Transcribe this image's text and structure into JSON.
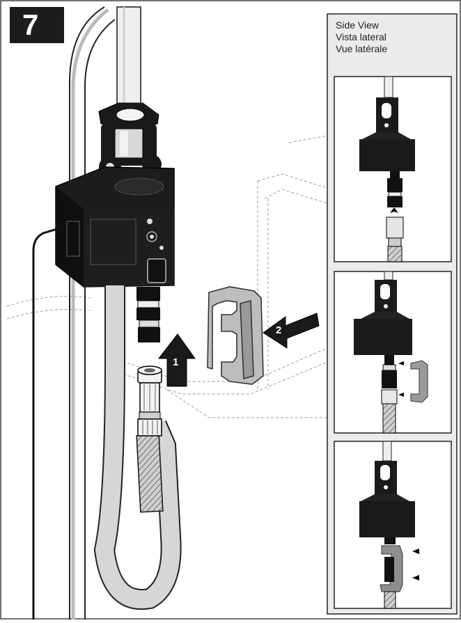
{
  "step": {
    "number": "7"
  },
  "side_view": {
    "title_en": "Side View",
    "title_es": "Vista lateral",
    "title_fr": "Vue latérale"
  },
  "callouts": {
    "arrow_1": "1",
    "arrow_2": "2"
  },
  "colors": {
    "ink": "#1a1a1a",
    "panel_bg": "#ebebeb",
    "clip_gray": "#9a9a9a",
    "hose": "#d9d9d9"
  }
}
